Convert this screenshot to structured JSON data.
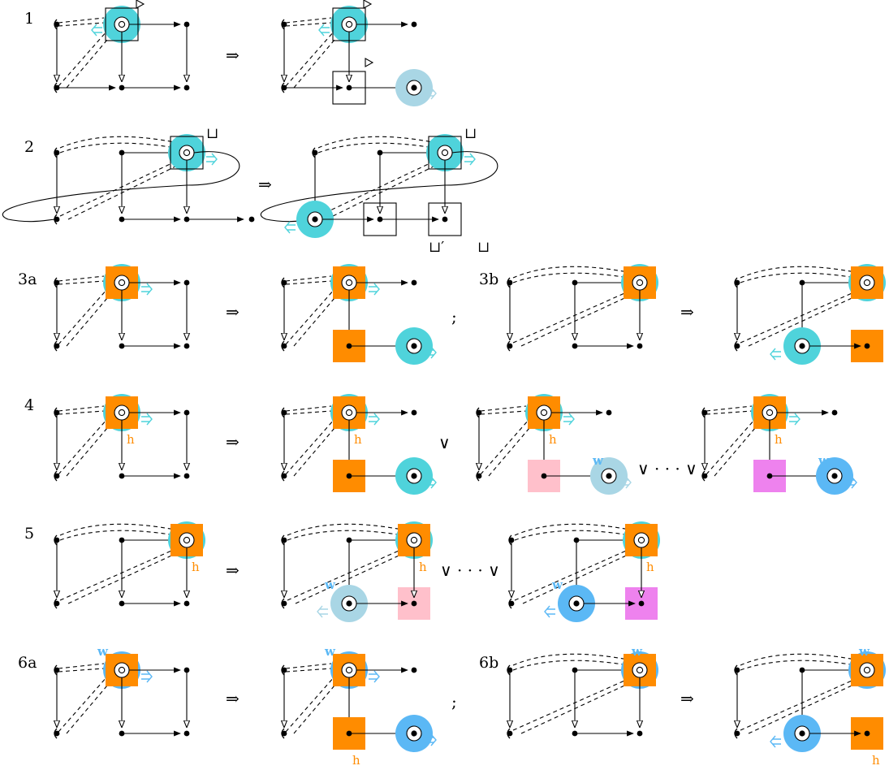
{
  "rules": [
    {
      "label": "1",
      "implies": "⇒"
    },
    {
      "label": "2",
      "implies": "⇒"
    },
    {
      "label": "3a",
      "implies": "⇒",
      "separator": ";"
    },
    {
      "label": "3b",
      "implies": "⇒"
    },
    {
      "label": "4",
      "implies": "⇒",
      "or": "∨",
      "or_dots": "∨ · · · ∨"
    },
    {
      "label": "5",
      "implies": "⇒",
      "or_dots": "∨ · · · ∨"
    },
    {
      "label": "6a",
      "implies": "⇒",
      "separator": ";"
    },
    {
      "label": "6b",
      "implies": "⇒"
    }
  ],
  "marks": {
    "h": "h",
    "w": "w",
    "cup": "⊔",
    "cup_prime": "⊔′"
  },
  "colors": {
    "cyan": "#4fd3db",
    "light_blue": "#a9d6e5",
    "sky_blue": "#5bb8f5",
    "orange": "#ff8c00",
    "pink": "#ffc0cb",
    "violet": "#ee82ee",
    "mark_orange": "#ff8c00",
    "mark_blue": "#5bb8f5"
  }
}
